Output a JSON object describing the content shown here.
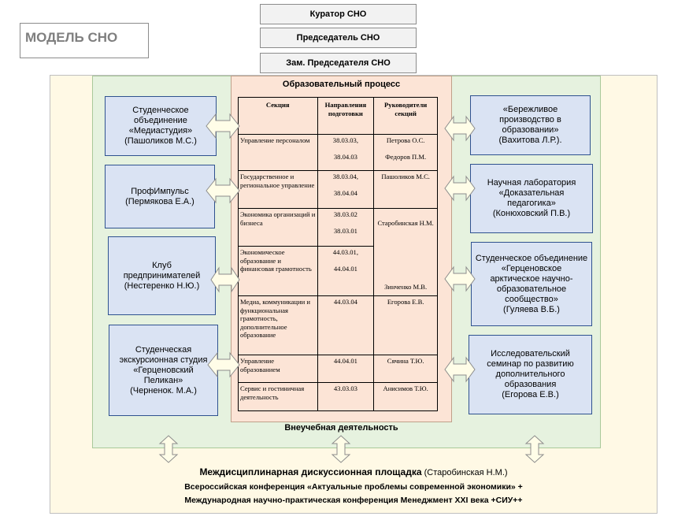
{
  "title": "МОДЕЛЬ СНО",
  "top_boxes": [
    "Куратор СНО",
    "Председатель СНО",
    "Зам. Председателя СНО"
  ],
  "process_title": "Образовательный процесс",
  "extracurricular_title": "Внеучебная деятельность",
  "table": {
    "headers": [
      "Секция",
      "Направления подготовки",
      "Руководители секций"
    ],
    "rows": [
      {
        "section": "Управление персоналом",
        "codes": "38.03.03,\n\n38.04.03",
        "leaders": "Петрова О.С.\n\nФедоров П.М."
      },
      {
        "section": "Государственное и региональное управление",
        "codes": "38.03.04,\n\n38.04.04",
        "leaders": "Пашоликов М.С."
      },
      {
        "section": "Экономика организаций и бизнеса",
        "codes": "38.03.02\n\n38.03.01",
        "leaders": "Старобинская Н.М."
      },
      {
        "section": "Экономическое образование и финансовая грамотность",
        "codes": "44.03.01,\n\n44.04.01",
        "leaders": "Зинченко М.В."
      },
      {
        "section": "Медиа, коммуникации и функциональная грамотность, дополнительное образование",
        "codes": "44.03.04",
        "leaders": "Егорова Е.В."
      },
      {
        "section": "Управление образованием",
        "codes": "44.04.01",
        "leaders": "Сячина Т.Ю."
      },
      {
        "section": "Сервис и гостиничная деятельность",
        "codes": "43.03.03",
        "leaders": "Анисимов Т.Ю."
      }
    ]
  },
  "left_cards": [
    "Студенческое\nобъединение\n«Медиастудия»\n(Пашоликов М.С.)",
    "ПрофИмпульс\n(Пермякова Е.А.)",
    "Клуб\nпредпринимателей\n(Нестеренко Н.Ю.)",
    "Студенческая\nэкскурсионная студия\n«Герценовский\nПеликан»\n(Черненок. М.А.)"
  ],
  "right_cards": [
    "«Бережливое\nпроизводство в\nобразовании»\n(Вахитова Л.Р.).",
    "Научная лаборатория\n«Доказательная\nпедагогика»\n(Конюховский П.В.)",
    "Студенческое объединение\n«Герценовское\nарктическое научно-\nобразовательное\nсообщество»\n(Гуляева В.Б.)",
    "Исследовательский\nсеминар по развитию\nдополнительного\nобразования\n(Егорова Е.В.)"
  ],
  "bottom": {
    "line1_bold": "Междисциплинарная дискуссионная площадка",
    "line1_normal": " (Старобинская Н.М.)",
    "line2": "Всероссийская конференция «Актуальные проблемы современной экономики» +",
    "line3": "Международная научно-практическая конференция Менеджмент XXI века +СИУ++"
  },
  "colors": {
    "card_fill": "#dae3f3",
    "card_border": "#2f528f",
    "process_fill": "#fce4d6",
    "extracurricular_fill": "#e6f2df",
    "outer_fill": "#fff9e5",
    "arrow_fill": "#fffde8"
  }
}
